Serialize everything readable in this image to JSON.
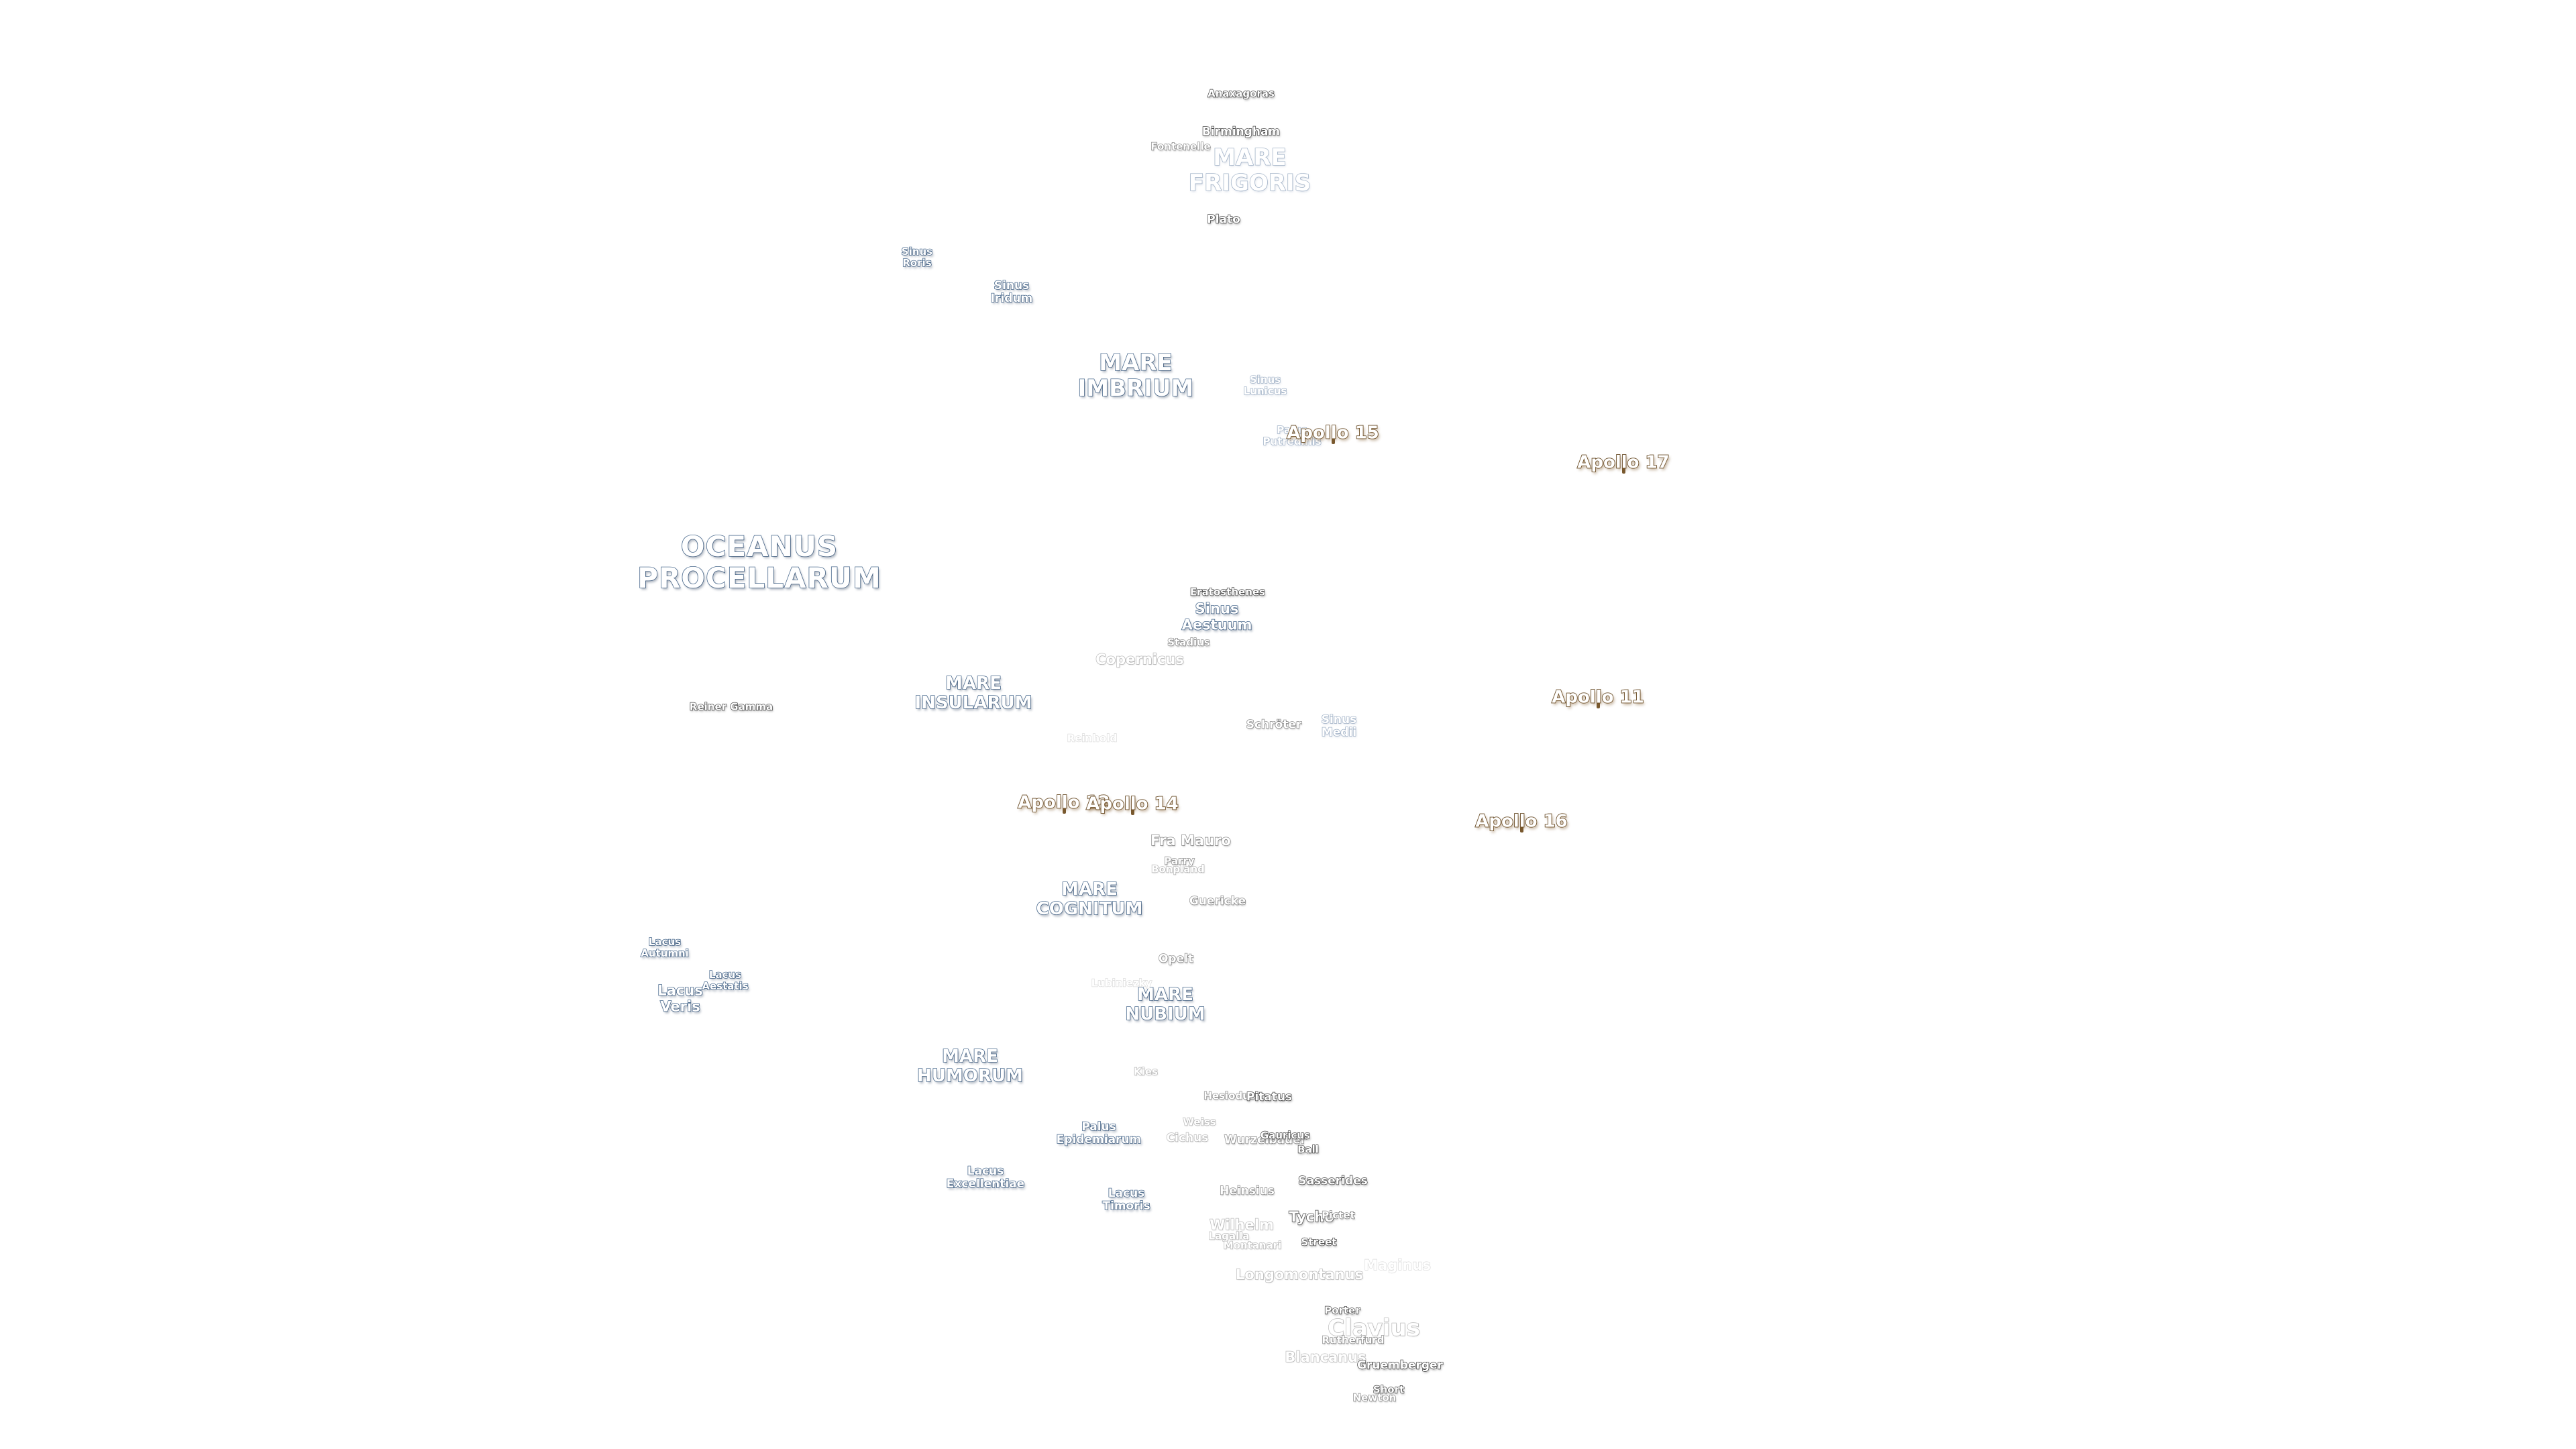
{
  "map": {
    "maria": {
      "oceanus_procellarum": [
        "OCEANUS",
        "PROCELLARUM"
      ],
      "mare_frigoris": [
        "MARE",
        "FRIGORIS"
      ],
      "mare_imbrium": [
        "MARE",
        "IMBRIUM"
      ],
      "mare_insularum": [
        "MARE",
        "INSULARUM"
      ],
      "mare_cognitum": [
        "MARE",
        "COGNITUM"
      ],
      "mare_nubium": [
        "MARE",
        "NUBIUM"
      ],
      "mare_humorum": [
        "MARE",
        "HUMORUM"
      ]
    },
    "sinus": {
      "sinus_roris": [
        "Sinus",
        "Roris"
      ],
      "sinus_iridum": [
        "Sinus",
        "Iridum"
      ],
      "sinus_lunicus": [
        "Sinus",
        "Lunicus"
      ],
      "sinus_aestuum": [
        "Sinus",
        "Aestuum"
      ],
      "sinus_medii": [
        "Sinus",
        "Medii"
      ]
    },
    "lacus": {
      "lacus_autumni": [
        "Lacus",
        "Autumni"
      ],
      "lacus_aestatis": [
        "Lacus",
        "Aestatis"
      ],
      "lacus_veris": [
        "Lacus",
        "Veris"
      ],
      "lacus_excellentiae": [
        "Lacus",
        "Excellentiae"
      ],
      "lacus_timoris": [
        "Lacus",
        "Timoris"
      ],
      "palus_epidemiarum": [
        "Palus",
        "Epidemiarum"
      ],
      "palus_putredinis": [
        "Palus",
        "Putredinis"
      ]
    },
    "craters": {
      "anaxagoras": "Anaxagoras",
      "birmingham": "Birmingham",
      "fontenelle": "Fontenelle",
      "plato": "Plato",
      "eratosthenes": "Eratosthenes",
      "stadius": "Stadius",
      "copernicus": "Copernicus",
      "reiner_gamma": "Reiner Gamma",
      "reinhold": "Reinhold",
      "schroter": "Schröter",
      "fra_mauro": "Fra Mauro",
      "parry": "Parry",
      "bonpland": "Bonpland",
      "guericke": "Guericke",
      "opelt": "Opelt",
      "lubiniezky": "Lubiniezky",
      "kies": "Kies",
      "hesiodus": "Hesiodus",
      "pitatus": "Pitatus",
      "weiss": "Weiss",
      "cichus": "Cichus",
      "wurzelbauer": "Wurzelbauer",
      "gauricus": "Gauricus",
      "ball": "Ball",
      "heinsius": "Heinsius",
      "sasserides": "Sasserides",
      "tycho": "Tycho",
      "pictet": "Pictet",
      "wilhelm": "Wilhelm",
      "lagalla": "Lagalla",
      "montanari": "Montanari",
      "street": "Street",
      "longomontanus": "Longomontanus",
      "maginus": "Maginus",
      "porter": "Porter",
      "clavius": "Clavius",
      "rutherfurd": "Rutherfurd",
      "blancanus": "Blancanus",
      "gruemberger": "Gruemberger",
      "short": "Short",
      "newton": "Newton"
    },
    "apollo": {
      "apollo_11": "Apollo 11",
      "apollo_12": "Apollo 12",
      "apollo_14": "Apollo 14",
      "apollo_15": "Apollo 15",
      "apollo_16": "Apollo 16",
      "apollo_17": "Apollo 17"
    },
    "colors": {
      "background": "#ffffff",
      "sea_outline": "#4a6a8e",
      "crater_outline": "#4b4b4b",
      "apollo_outline": "#6b4f2a"
    }
  }
}
